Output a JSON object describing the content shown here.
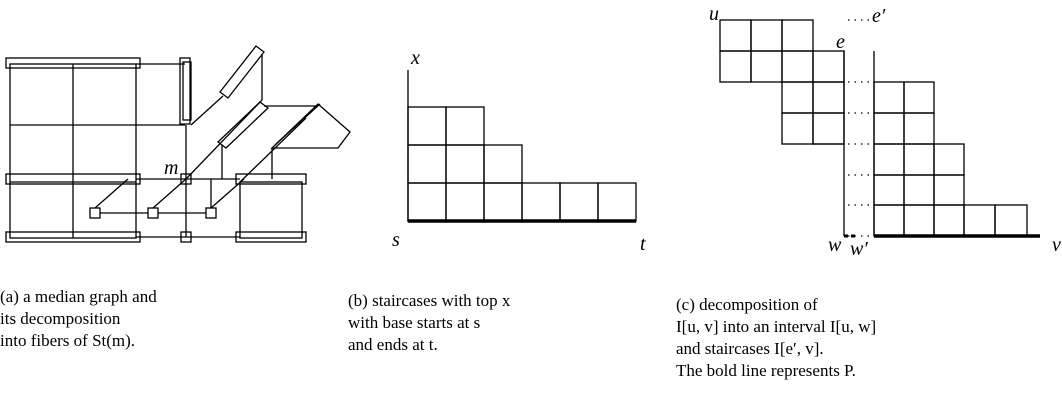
{
  "figure_a": {
    "label_m": "m",
    "caption": [
      "(a) a median graph and",
      "its decomposition",
      "into fibers of St(m)."
    ]
  },
  "figure_b": {
    "label_x": "x",
    "label_s": "s",
    "label_t": "t",
    "caption": [
      "(b) staircases with top x",
      "with base starts at s",
      "and ends at t."
    ]
  },
  "figure_c": {
    "label_u": "u",
    "label_e": "e",
    "label_e_prime": "e′",
    "label_w": "w",
    "label_w_prime": "w′",
    "label_v": "v",
    "caption": [
      "(c) decomposition of",
      "I[u, v] into an interval I[u, w]",
      "and staircases I[e′, v].",
      "The bold line represents P."
    ]
  }
}
